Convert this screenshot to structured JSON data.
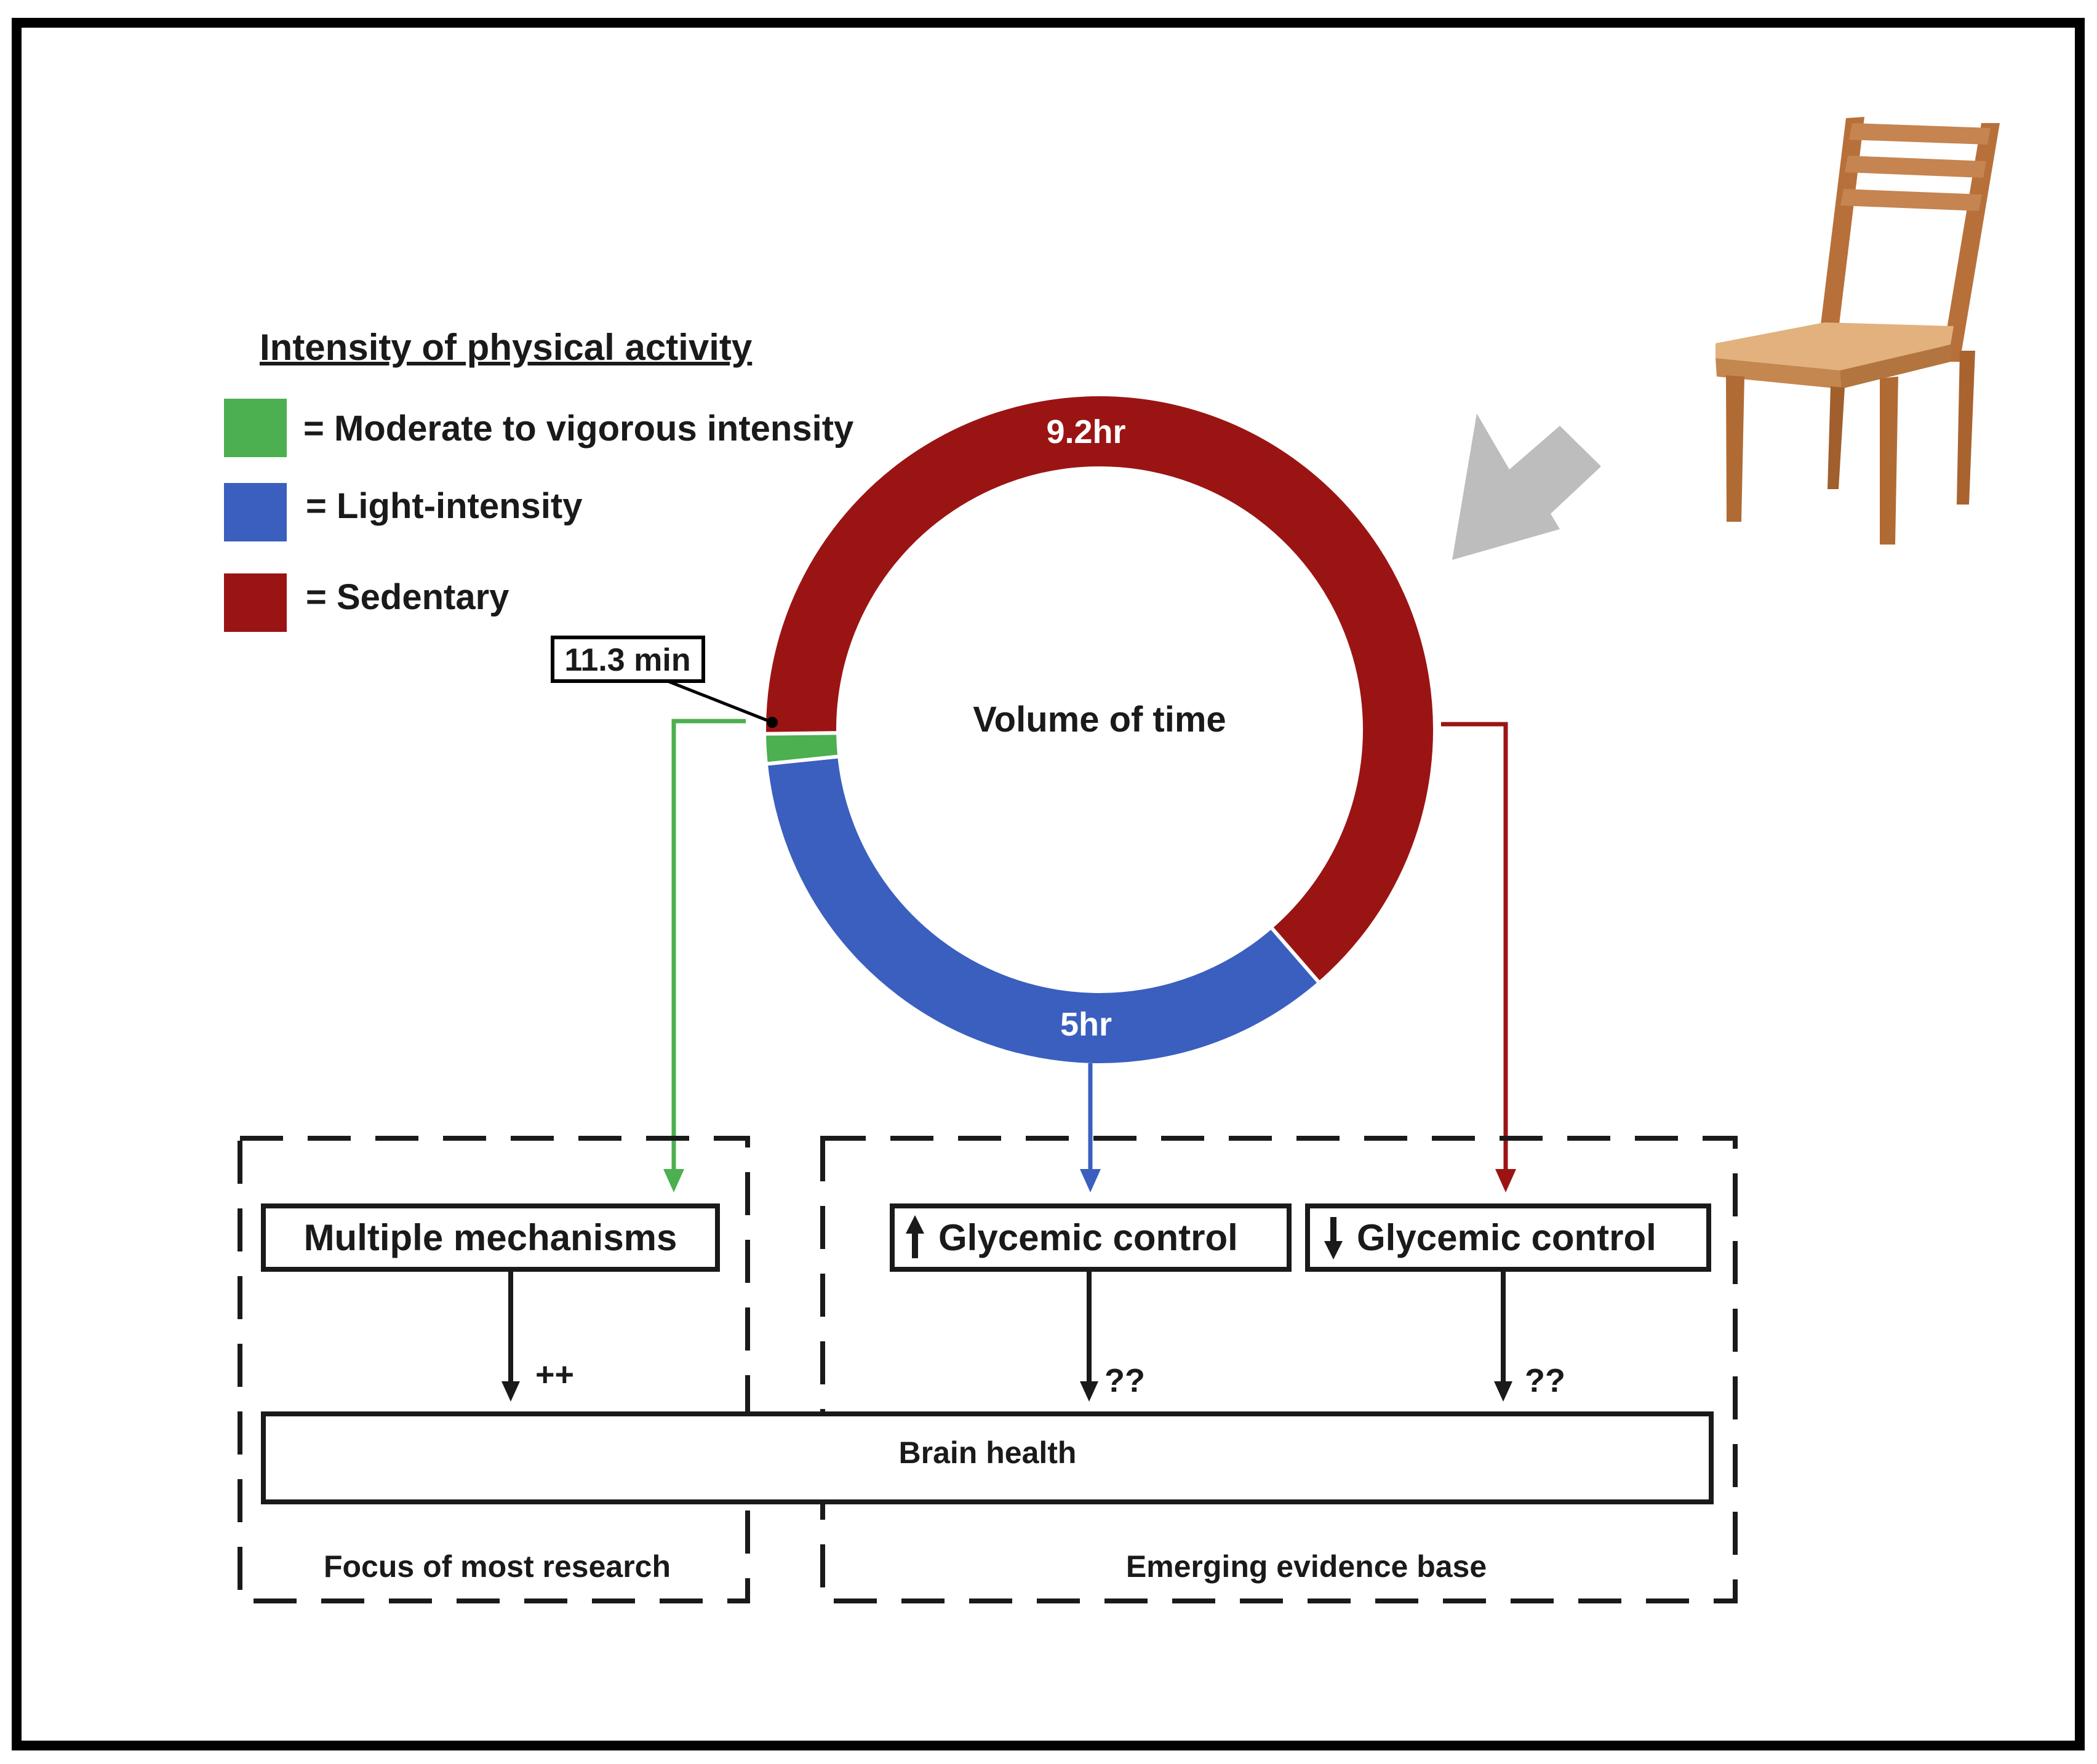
{
  "legend": {
    "title": "Intensity of physical activity",
    "items": [
      {
        "label": "= Moderate to vigorous intensity",
        "color": "#4caf50"
      },
      {
        "label": "= Light-intensity",
        "color": "#3a5fbf"
      },
      {
        "label": "= Sedentary",
        "color": "#9b1414"
      }
    ]
  },
  "ring": {
    "center_label": "Volume of time",
    "segments": [
      {
        "name": "Sedentary",
        "value_label": "9.2hr",
        "minutes": 552,
        "color": "#9b1414"
      },
      {
        "name": "Light-intensity",
        "value_label": "5hr",
        "minutes": 300,
        "color": "#3a5fbf"
      },
      {
        "name": "Moderate to vigorous intensity",
        "value_label": "11.3 min",
        "minutes": 11.3,
        "color": "#4caf50"
      }
    ]
  },
  "boxes": {
    "left": {
      "label": "Multiple mechanisms",
      "sign": "++"
    },
    "middle": {
      "label": "Glycemic control",
      "direction": "up",
      "sign": "??"
    },
    "right": {
      "label": "Glycemic control",
      "direction": "down",
      "sign": "??"
    }
  },
  "outcome": {
    "label": "Brain health"
  },
  "groups": {
    "left": {
      "label": "Focus of most research"
    },
    "right": {
      "label": "Emerging evidence base"
    }
  },
  "icons": {
    "chair": "chair-icon",
    "pointer": "gray-arrow-icon"
  },
  "colors": {
    "arrow_gray": "#bdbdbd",
    "line_dark": "#1a1a1a"
  }
}
